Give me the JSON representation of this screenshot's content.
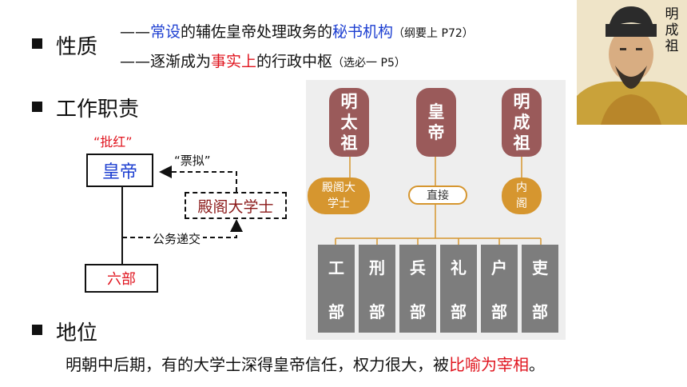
{
  "section1": {
    "title": "性质",
    "line1": {
      "prefix": "——",
      "part1": "常设",
      "part2": "的辅佐皇帝处理政务的",
      "part3": "秘书机构",
      "ref": "（纲要上 P72）"
    },
    "line2": {
      "prefix": "——逐渐成为",
      "part1": "事实上",
      "part2": "的行政中枢",
      "ref": "（选必一 P5）"
    }
  },
  "section2": {
    "title": "工作职责",
    "pihong": "“批红”",
    "emperor": "皇帝",
    "piaoni": "“票拟”",
    "grand_secretary": "殿阁大学士",
    "relay": "公务递交",
    "six_ministries": "六部"
  },
  "section3": {
    "title": "地位",
    "text_before": "明朝中后期，有的大学士深得皇帝信任，权力很大，被",
    "text_red": "比喻为宰相",
    "text_after": "。"
  },
  "diagram": {
    "seal_left": [
      "明",
      "太",
      "祖"
    ],
    "seal_center": [
      "皇",
      "帝"
    ],
    "seal_right": [
      "明",
      "成",
      "祖"
    ],
    "pill_left": [
      "殿阁大",
      "学士"
    ],
    "pill_center": "直接",
    "pill_right": [
      "内",
      "阁"
    ],
    "departments": [
      [
        "工",
        "部"
      ],
      [
        "刑",
        "部"
      ],
      [
        "兵",
        "部"
      ],
      [
        "礼",
        "部"
      ],
      [
        "户",
        "部"
      ],
      [
        "吏",
        "部"
      ]
    ]
  },
  "portrait_caption": [
    "明",
    "成",
    "祖"
  ],
  "colors": {
    "blue": "#1d3fd1",
    "red": "#e0141e",
    "seal": "#9a5a5a",
    "gold": "#d6962f",
    "dept": "#7d7d7d"
  }
}
